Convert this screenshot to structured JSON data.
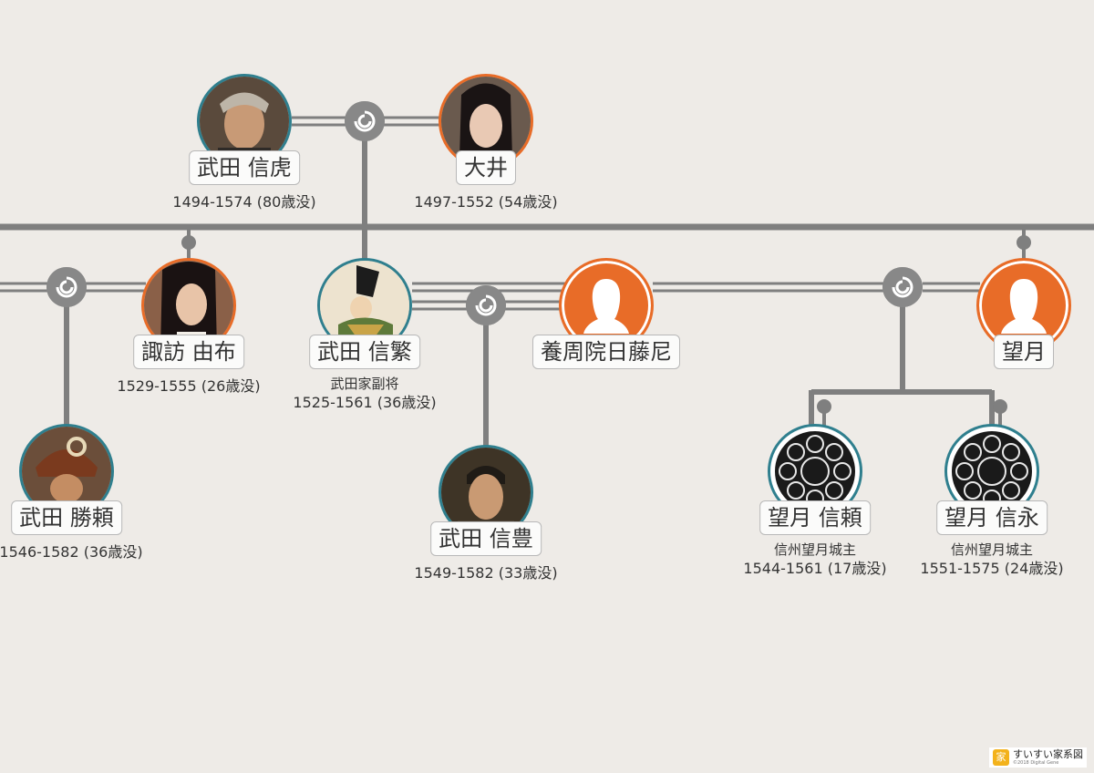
{
  "people": {
    "nobutora": {
      "name": "武田 信虎",
      "dates": "1494-1574 (80歳没)",
      "gender": "male"
    },
    "ooi": {
      "name": "大井",
      "dates": "1497-1552 (54歳没)",
      "gender": "female"
    },
    "suwa_yufu": {
      "name": "諏訪 由布",
      "dates": "1529-1555 (26歳没)",
      "gender": "female"
    },
    "nobushige": {
      "name": "武田 信繁",
      "title": "武田家副将",
      "dates": "1525-1561 (36歳没)",
      "gender": "male"
    },
    "yoshuin": {
      "name": "養周院日藤尼",
      "gender": "female"
    },
    "mochizuki": {
      "name": "望月",
      "gender": "female"
    },
    "katsuyori": {
      "name": "武田 勝頼",
      "dates": "1546-1582 (36歳没)",
      "gender": "male"
    },
    "nobutoyo": {
      "name": "武田 信豊",
      "dates": "1549-1582 (33歳没)",
      "gender": "male"
    },
    "mochizuki_nobuyori": {
      "name": "望月 信頼",
      "title": "信州望月城主",
      "dates": "1544-1561 (17歳没)",
      "gender": "male"
    },
    "mochizuki_nobunaga": {
      "name": "望月 信永",
      "title": "信州望月城主",
      "dates": "1551-1575 (24歳没)",
      "gender": "male"
    }
  },
  "colors": {
    "male_ring": "#2f7f8e",
    "female_ring": "#e86c28",
    "line": "#7f7f7f",
    "background": "#eeebe7"
  },
  "icons": {
    "marriage": "marriage-knot-icon",
    "crest": "kuyo-crest-icon",
    "silhouette": "female-silhouette-icon"
  },
  "logo": {
    "text": "すいすい家系図",
    "copyright": "©2018 Digital Gene"
  }
}
